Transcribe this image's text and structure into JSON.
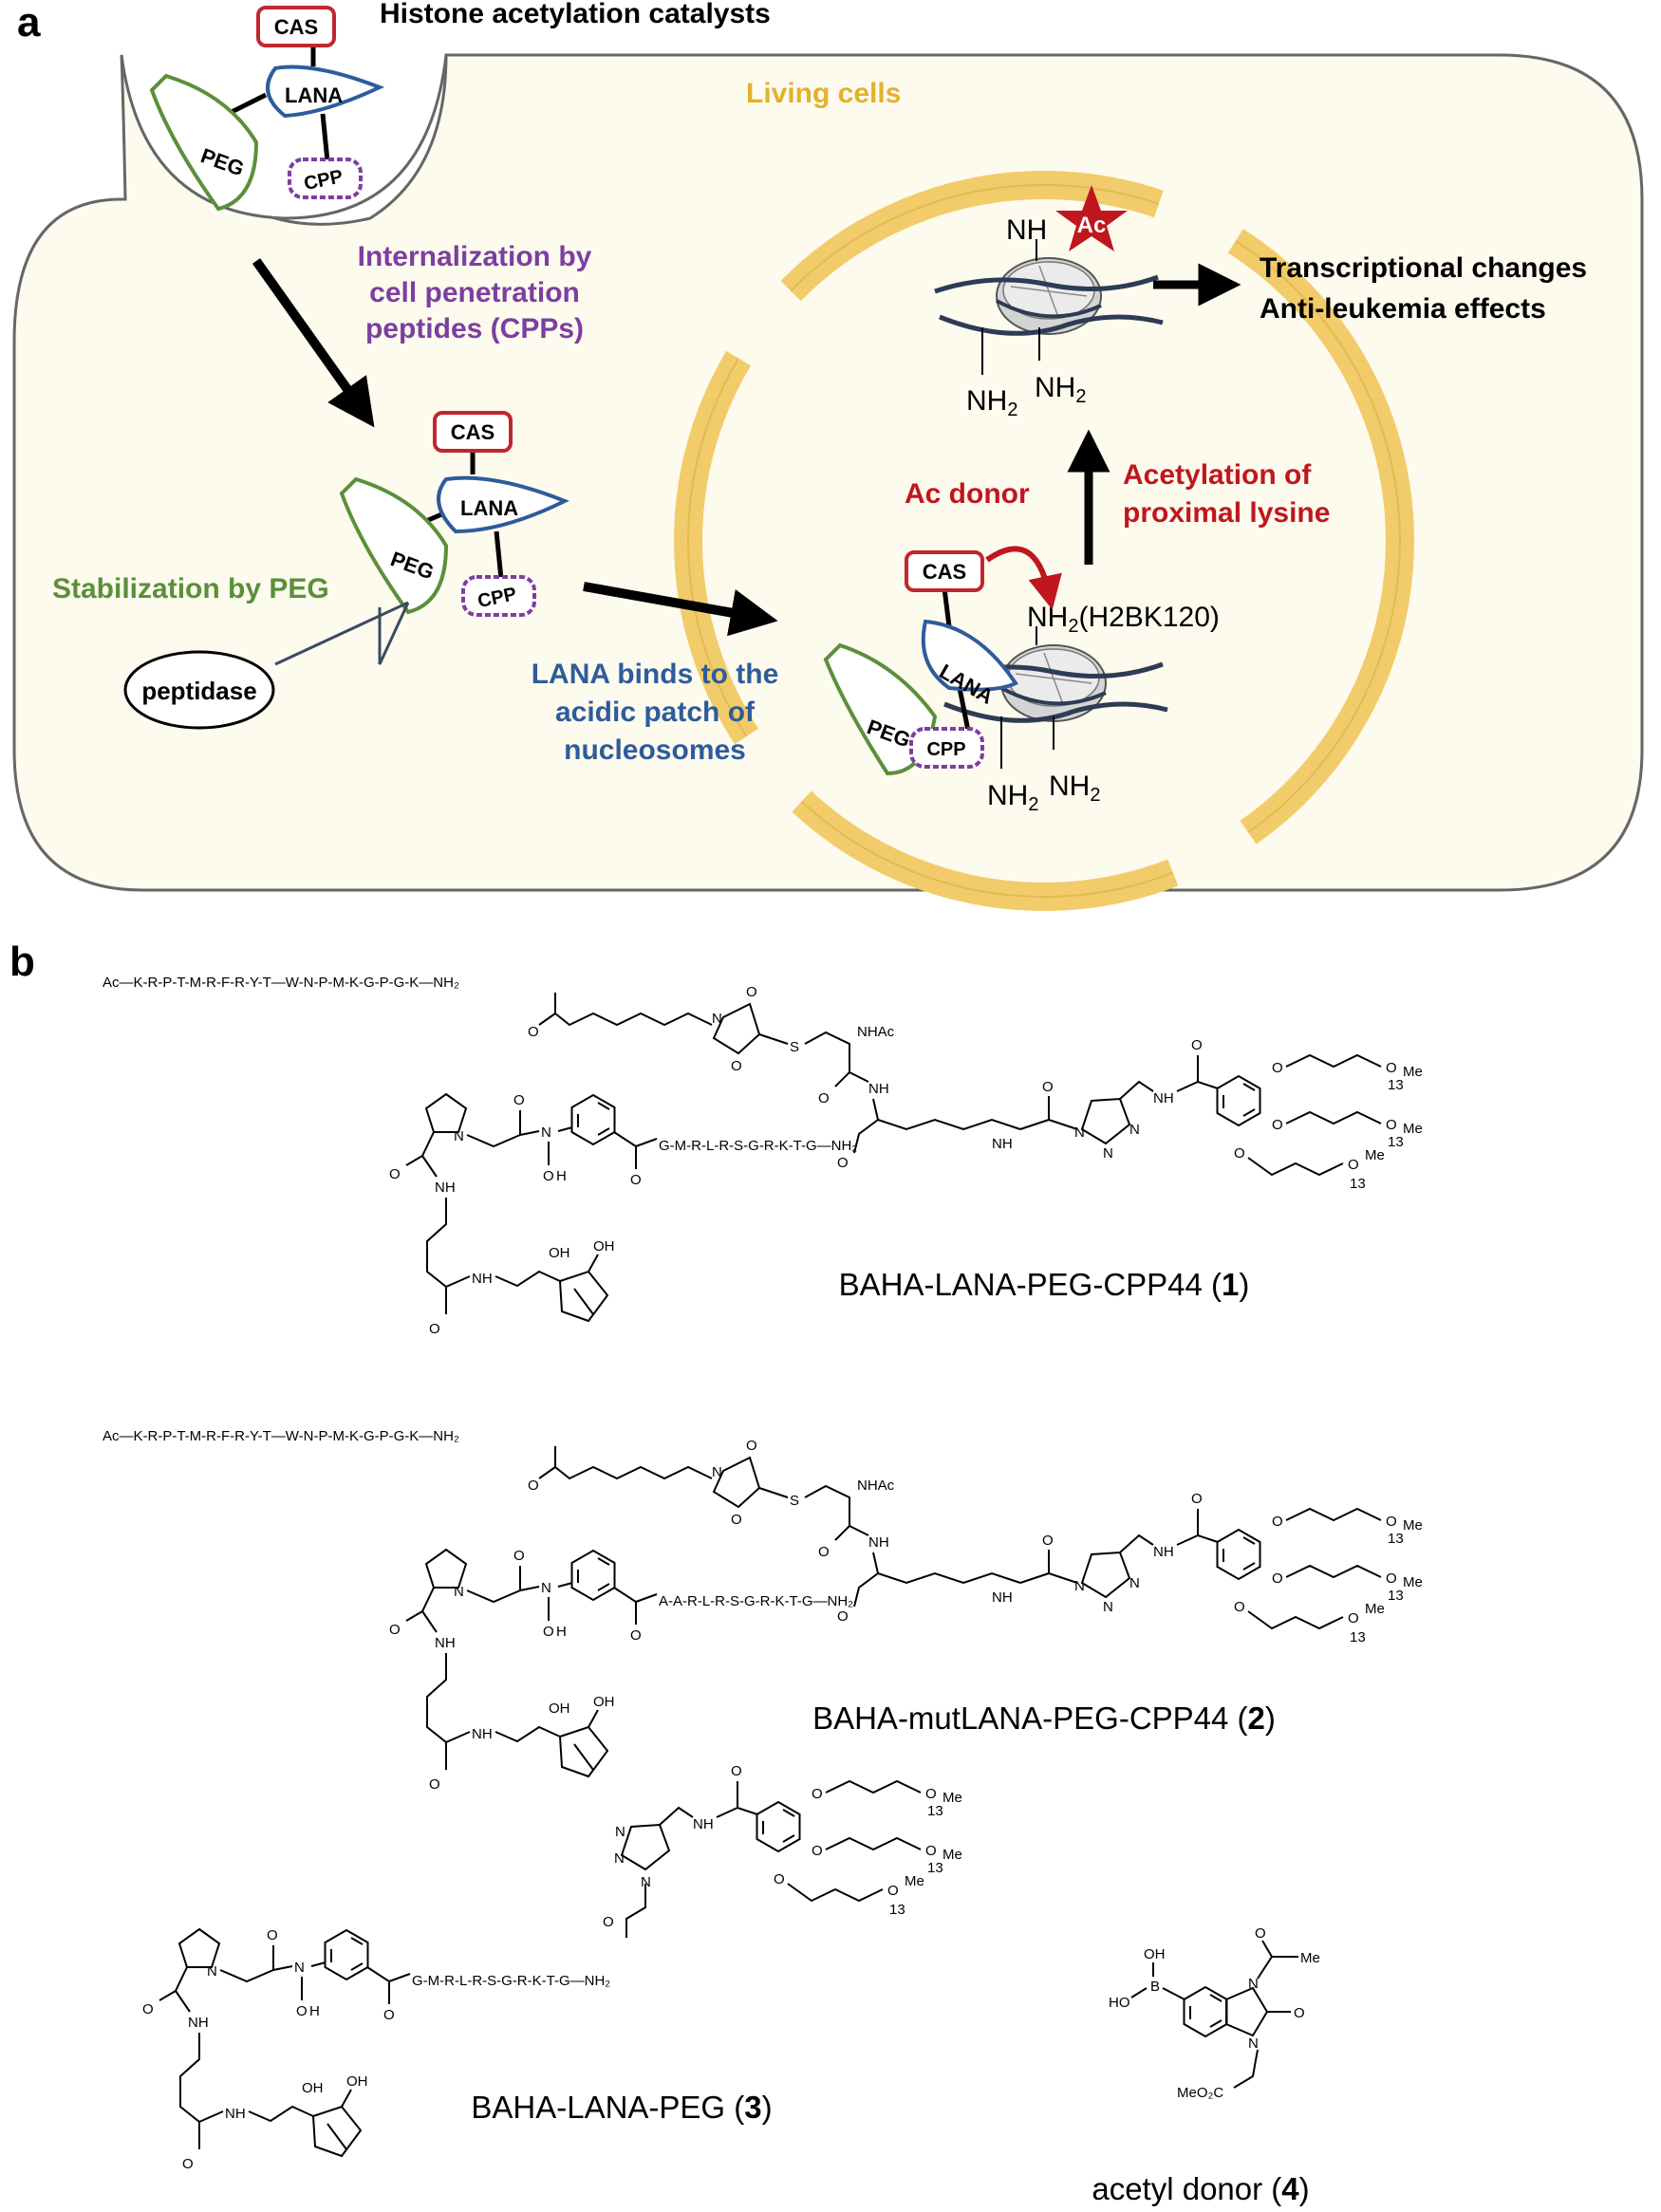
{
  "panel_a": {
    "letter": "a",
    "title": "Histone acetylation catalysts",
    "living_cells": "Living cells",
    "internalization": [
      "Internalization by",
      "cell penetration",
      "peptides (CPPs)"
    ],
    "stabilization": "Stabilization by PEG",
    "peptidase": "peptidase",
    "lana_binds": [
      "LANA binds to the",
      "acidic patch of",
      "nucleosomes"
    ],
    "ac_donor": "Ac donor",
    "acetylation": [
      "Acetylation of",
      "proximal lysine"
    ],
    "transcription": [
      "Transcriptional changes",
      "Anti-leukemia effects"
    ],
    "h2bk120": "(H2BK120)",
    "nh": "NH",
    "ac": "Ac",
    "nh2": "NH",
    "sub2": "2",
    "modules": {
      "cas": "CAS",
      "lana": "LANA",
      "peg": "PEG",
      "cpp": "CPP"
    },
    "colors": {
      "cas": "#c0272d",
      "lana": "#2e5c9a",
      "peg": "#5b8f3a",
      "cpp": "#7b3fa0",
      "membrane": "#f5cf6a",
      "cell_fill": "#fdfaee",
      "acetyl": "#c0161e"
    }
  },
  "panel_b": {
    "letter": "b",
    "seq_lana": "Ac—K-R-P-T-M-R-F-R-Y-T—W-N-P-M-K-G-P-G-K—NH₂",
    "seq_cpp_1": "G-M-R-L-R-S-G-R-K-T-G—NH₂",
    "seq_cpp_2": "A-A-R-L-R-S-G-R-K-T-G—NH₂",
    "seq_cpp_3": "G-M-R-L-R-S-G-R-K-T-G—NH₂",
    "atoms": {
      "o": "O",
      "n": "N",
      "s": "S",
      "nh": "NH",
      "h": "H",
      "oh": "OH",
      "ho": "HO",
      "nhac": "NHAc",
      "me": "Me",
      "sub13": "13",
      "b": "B",
      "meo2c": "MeO₂C"
    },
    "compounds": [
      {
        "name": "BAHA-LANA-PEG-CPP44 (",
        "num": "1",
        "close": ")"
      },
      {
        "name": "BAHA-mutLANA-PEG-CPP44 (",
        "num": "2",
        "close": ")"
      },
      {
        "name": "BAHA-LANA-PEG (",
        "num": "3",
        "close": ")"
      },
      {
        "name": "acetyl donor (",
        "num": "4",
        "close": ")"
      }
    ]
  }
}
